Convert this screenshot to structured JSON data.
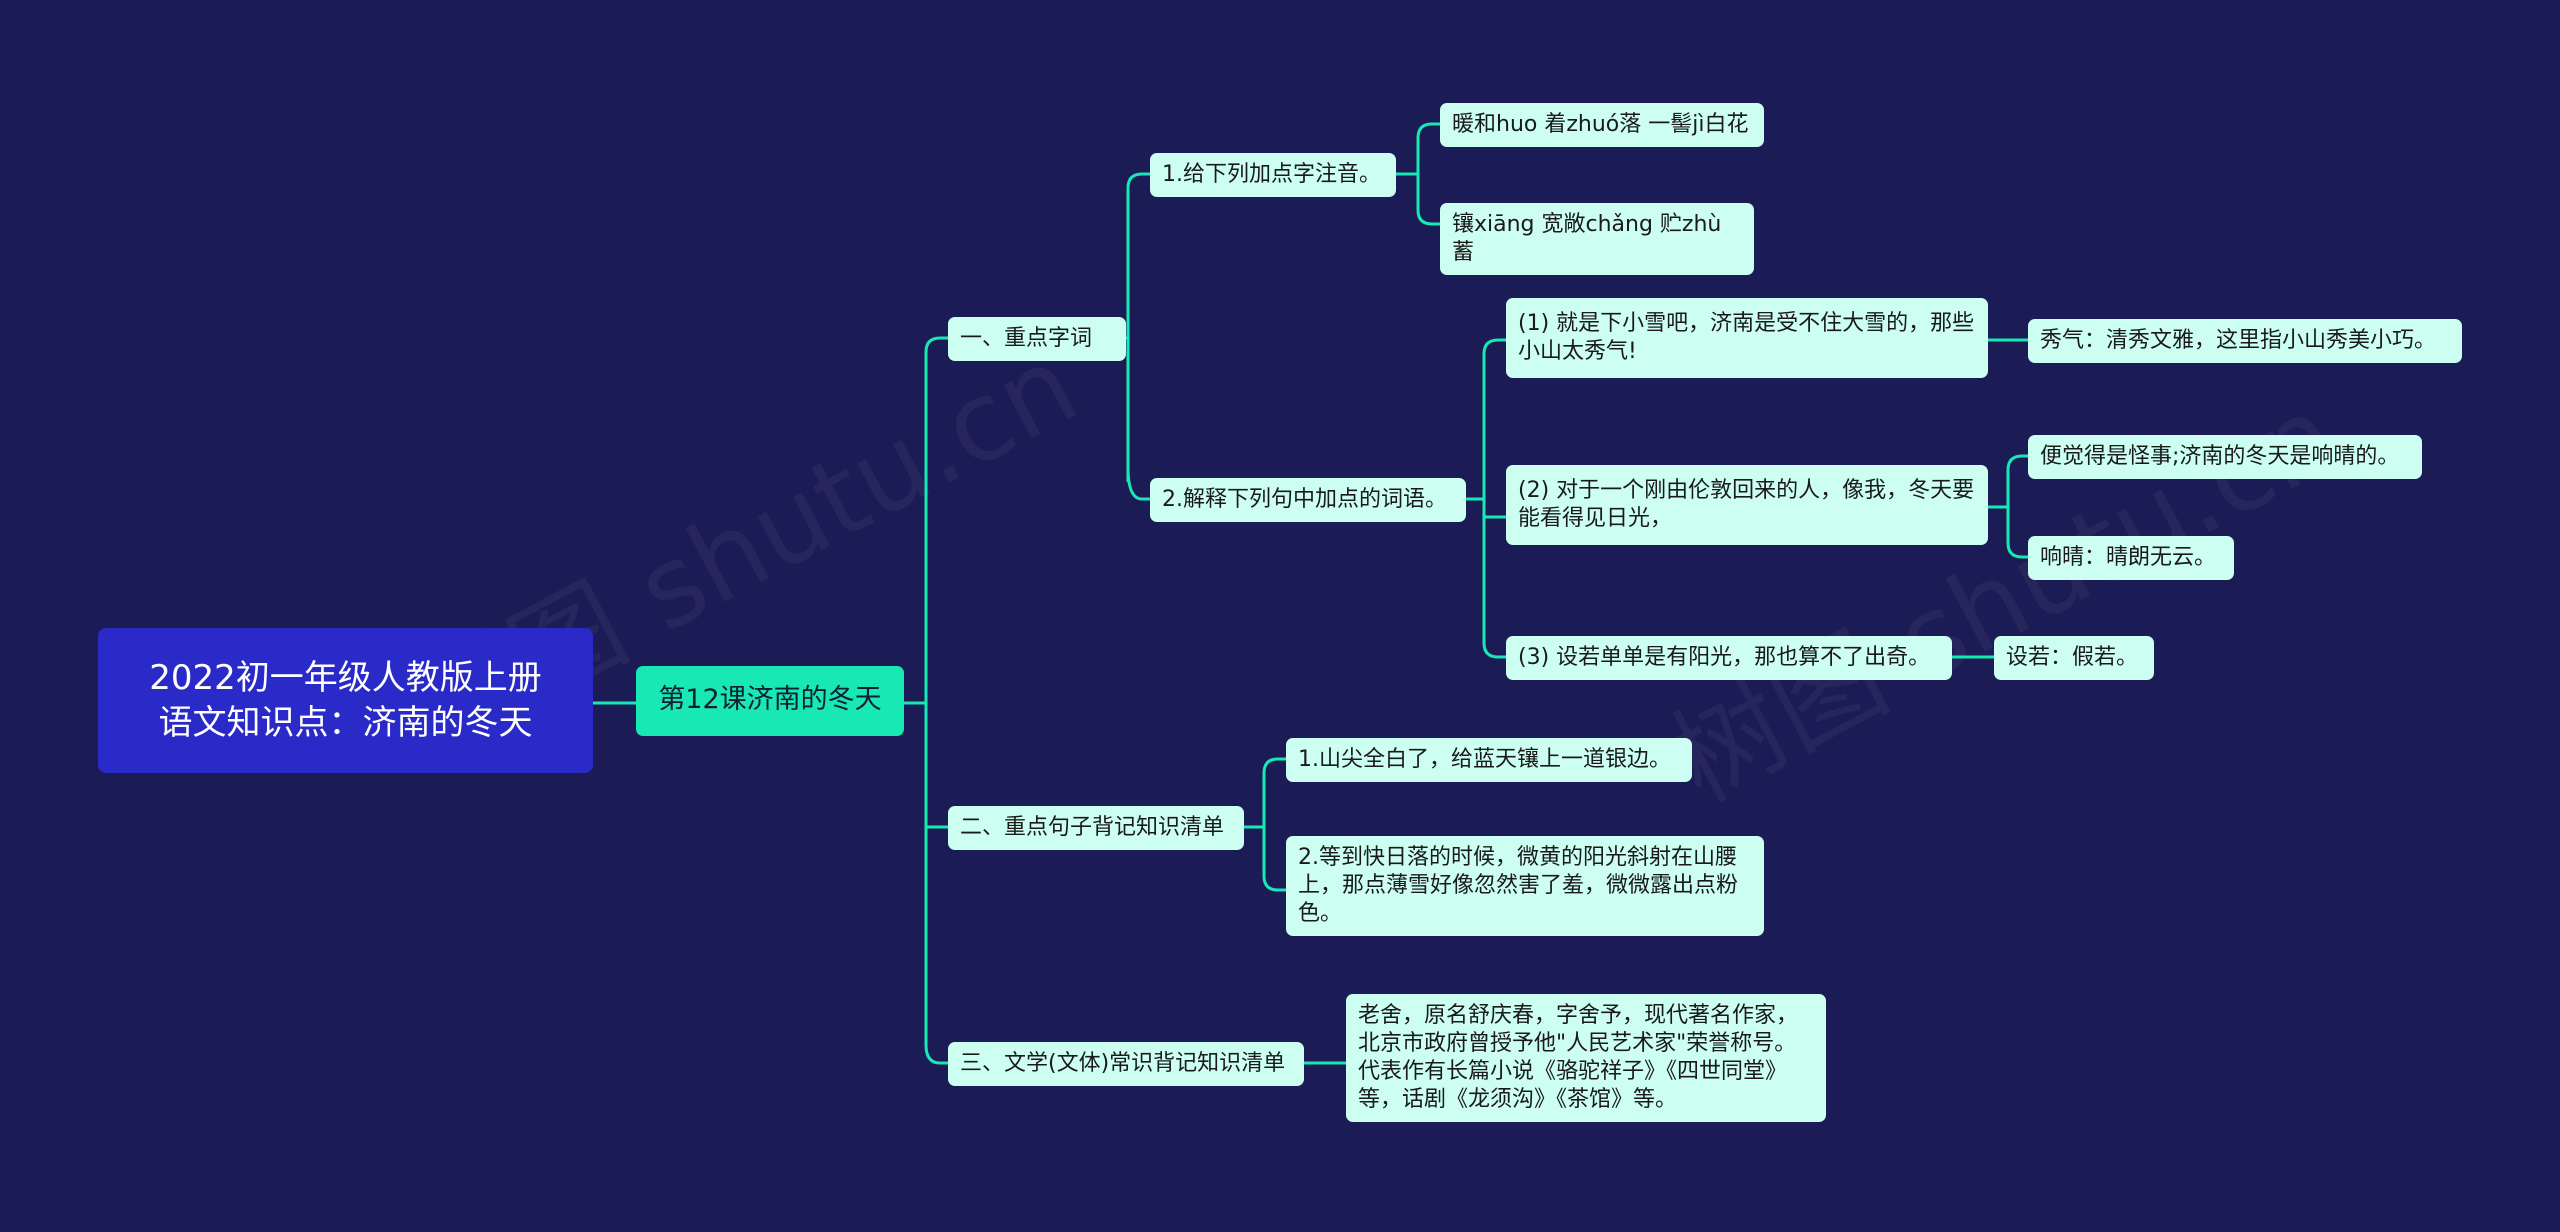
{
  "root": {
    "label": "2022初一年级人教版上册\n语文知识点：济南的冬天"
  },
  "main": {
    "label": "第12课济南的冬天"
  },
  "sections": {
    "s1": {
      "label": "一、重点字词",
      "q1": {
        "label": "1.给下列加点字注音。",
        "items": [
          "暖和huo 着zhuó落 一髻jì白花",
          "镶xiāng 宽敞chǎng 贮zhù蓄"
        ]
      },
      "q2": {
        "label": "2.解释下列句中加点的词语。",
        "subs": [
          {
            "label": "(1) 就是下小雪吧，济南是受不住大雪的，那些小山太秀气!",
            "answers": [
              "秀气：清秀文雅，这里指小山秀美小巧。"
            ]
          },
          {
            "label": "(2) 对于一个刚由伦敦回来的人，像我，冬天要能看得见日光，",
            "answers": [
              "便觉得是怪事;济南的冬天是响晴的。",
              "响晴：晴朗无云。"
            ]
          },
          {
            "label": "(3) 设若单单是有阳光，那也算不了出奇。",
            "answers": [
              "设若：假若。"
            ]
          }
        ]
      }
    },
    "s2": {
      "label": "二、重点句子背记知识清单",
      "items": [
        "1.山尖全白了，给蓝天镶上一道银边。",
        "2.等到快日落的时候，微黄的阳光斜射在山腰上，那点薄雪好像忽然害了羞，微微露出点粉色。"
      ]
    },
    "s3": {
      "label": "三、文学(文体)常识背记知识清单",
      "items": [
        "老舍，原名舒庆春，字舍予，现代著名作家，北京市政府曾授予他\"人民艺术家\"荣誉称号。代表作有长篇小说《骆驼祥子》《四世同堂》等，话剧《龙须沟》《茶馆》等。"
      ]
    }
  },
  "watermark": "树图 shutu.cn",
  "colors": {
    "background": "#1b1b55",
    "connector": "#17e8b4",
    "root": "#2a2ac9",
    "main": "#17e8b4",
    "leaf": "#ccfff1"
  }
}
